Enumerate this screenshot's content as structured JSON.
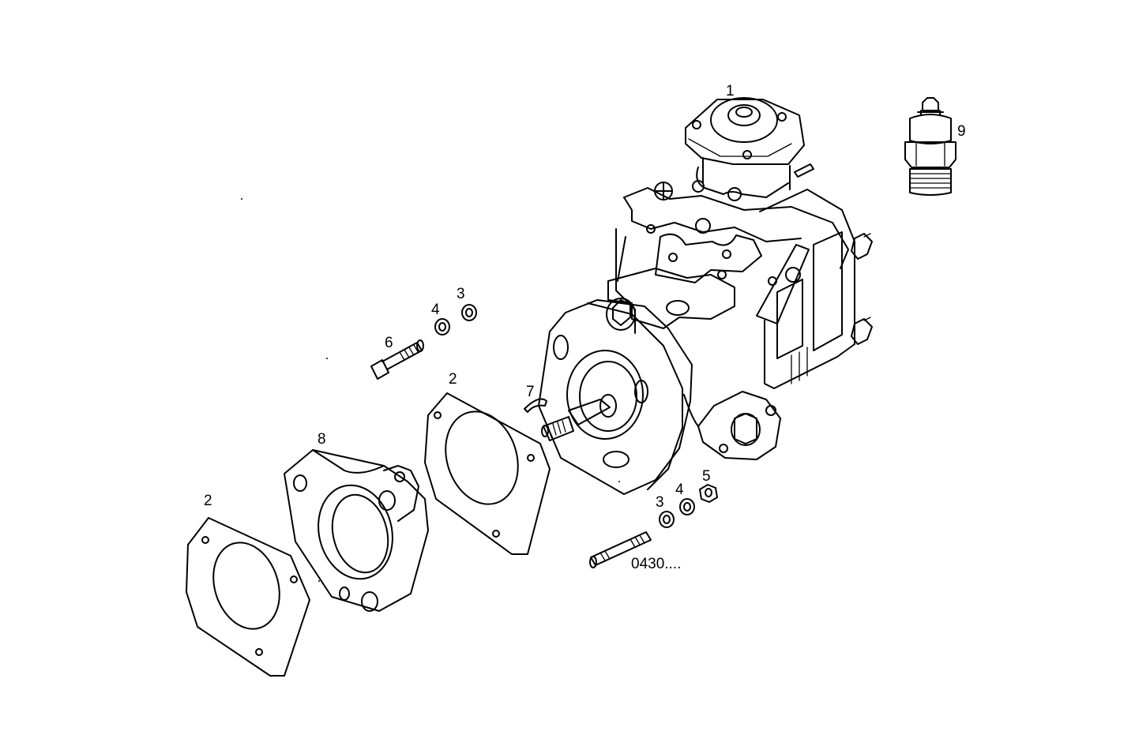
{
  "diagram": {
    "callouts": {
      "pump_assembly": "1",
      "gasket_front": "2",
      "gasket_rear": "2",
      "washer_upper": "3",
      "washer_lower": "3",
      "lockwasher_upper": "4",
      "lockwasher_lower": "4",
      "nut": "5",
      "stud_upper": "6",
      "key": "7",
      "flange": "8",
      "solenoid": "9"
    },
    "part_note": "0430...."
  }
}
